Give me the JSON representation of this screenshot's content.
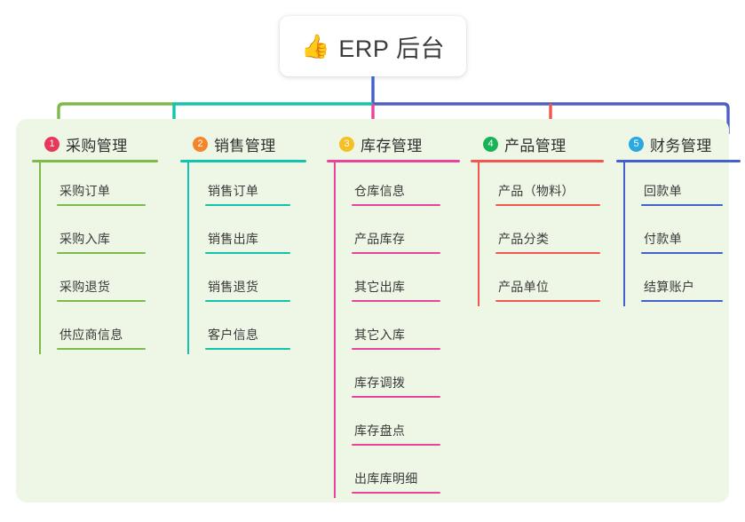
{
  "diagram": {
    "type": "mind-map",
    "root": {
      "icon": "thumbs-up-icon",
      "emoji": "👍",
      "title": "ERP 后台"
    },
    "panel_background": "#eef7e6",
    "branches": [
      {
        "number": "1",
        "label": "采购管理",
        "color": "#7dba4a",
        "badge_color": "#e8385a",
        "items": [
          "采购订单",
          "采购入库",
          "采购退货",
          "供应商信息"
        ]
      },
      {
        "number": "2",
        "label": "销售管理",
        "color": "#14c3ab",
        "badge_color": "#f4852a",
        "items": [
          "销售订单",
          "销售出库",
          "销售退货",
          "客户信息"
        ]
      },
      {
        "number": "3",
        "label": "库存管理",
        "color": "#e8449b",
        "badge_color": "#f5c024",
        "items": [
          "仓库信息",
          "产品库存",
          "其它出库",
          "其它入库",
          "库存调拨",
          "库存盘点",
          "出库库明细"
        ]
      },
      {
        "number": "4",
        "label": "产品管理",
        "color": "#f2564f",
        "badge_color": "#18b356",
        "items": [
          "产品（物料）",
          "产品分类",
          "产品单位"
        ]
      },
      {
        "number": "5",
        "label": "财务管理",
        "color": "#4261cc",
        "badge_color": "#2aa9e0",
        "items": [
          "回款单",
          "付款单",
          "结算账户"
        ]
      }
    ],
    "connector_colors": {
      "root_stem": "#4261cc",
      "bar_left": "#7dba4a",
      "bar_mid": "#14c3ab",
      "bar_right": "#4f5fc4"
    }
  }
}
